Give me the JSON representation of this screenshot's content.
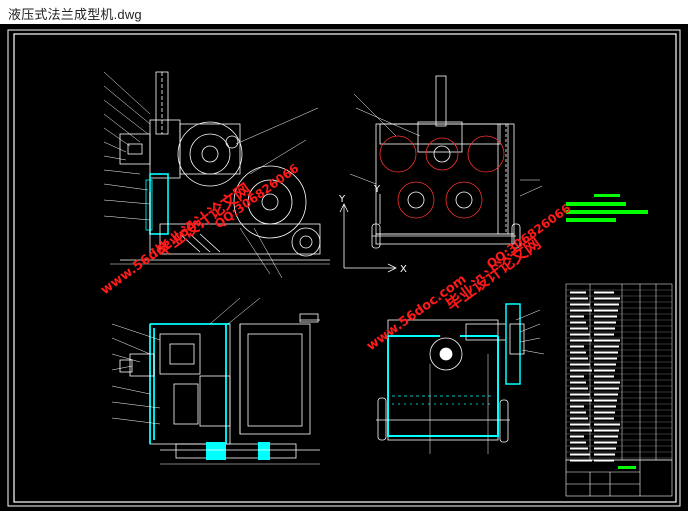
{
  "window": {
    "title": "液压式法兰成型机.dwg"
  },
  "watermarks": {
    "site": "www.56doc.com",
    "qq": "QQ:306826066",
    "brand": "毕业设计论文网"
  },
  "drawing": {
    "axis_x": "X",
    "axis_y": "Y",
    "axis_y2": "Y"
  },
  "colors": {
    "background": "#000000",
    "frame": "#ffffff",
    "part": "#ffffff",
    "leader": "#ffffff",
    "section": "#00ffff",
    "gear": "#ff3030",
    "note": "#00ff00",
    "watermark": "#ff1a1a"
  }
}
